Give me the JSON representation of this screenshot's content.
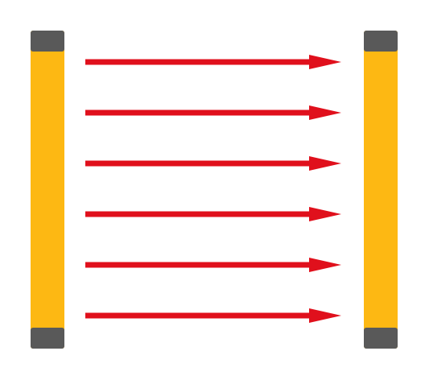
{
  "colors": {
    "background": "#ffffff",
    "column_body": "#FDB813",
    "column_cap": "#595959",
    "beam": "#E0101C"
  },
  "diagram": {
    "columns": [
      {
        "role": "emitter"
      },
      {
        "role": "receiver"
      }
    ],
    "beam_count": 6,
    "beam_direction": "left-to-right"
  }
}
